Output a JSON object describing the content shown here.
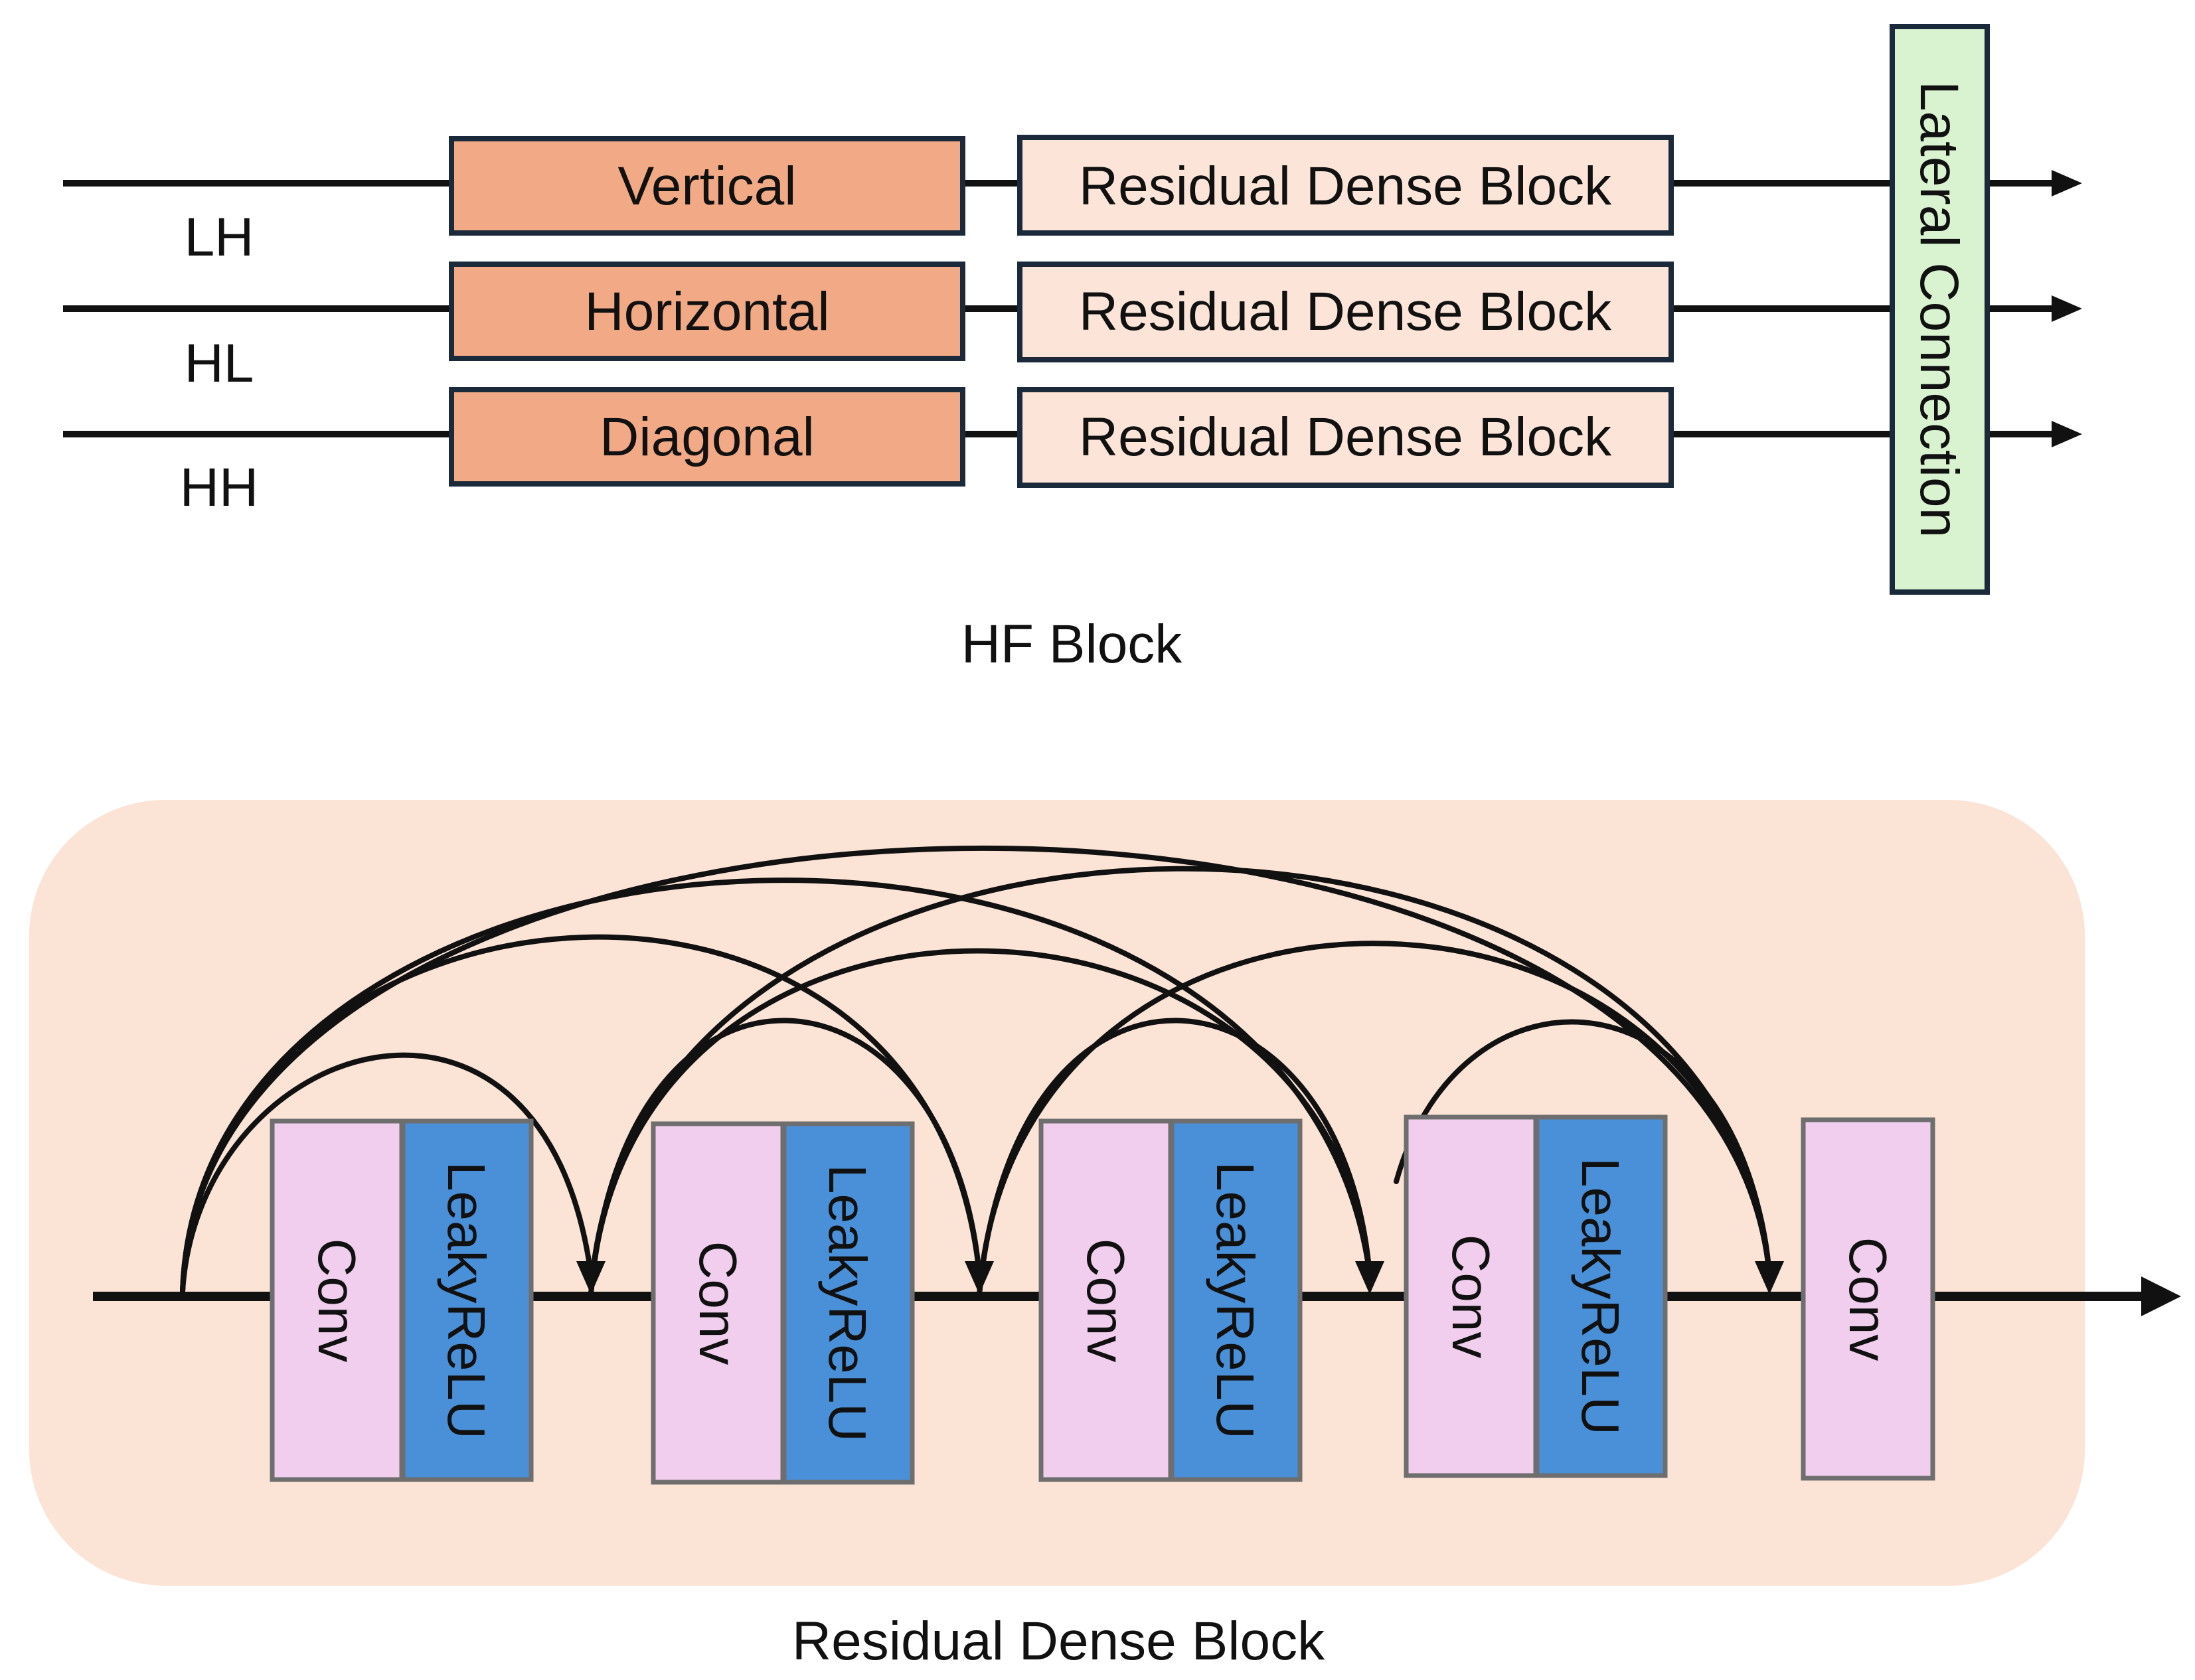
{
  "hf_block": {
    "caption": "HF Block",
    "inputs": [
      {
        "label": "LH",
        "filter": "Vertical",
        "rdb": "Residual Dense Block"
      },
      {
        "label": "HL",
        "filter": "Horizontal",
        "rdb": "Residual Dense Block"
      },
      {
        "label": "HH",
        "filter": "Diagonal",
        "rdb": "Residual Dense Block"
      }
    ],
    "lateral": "Lateral Connection"
  },
  "rdb": {
    "caption": "Residual Dense Block",
    "conv_label": "Conv",
    "act_label": "LeakyReLU"
  },
  "colors": {
    "filter_fill": "#f2a985",
    "rdb_fill": "#fce5d8",
    "lateral_fill": "#d9f2d0",
    "rdb_bg": "#fbe3d6",
    "conv_fill": "#f1cdee",
    "act_fill": "#4a90d9",
    "box_stroke": "#1a2a3a",
    "module_stroke": "#6e6e6e"
  }
}
